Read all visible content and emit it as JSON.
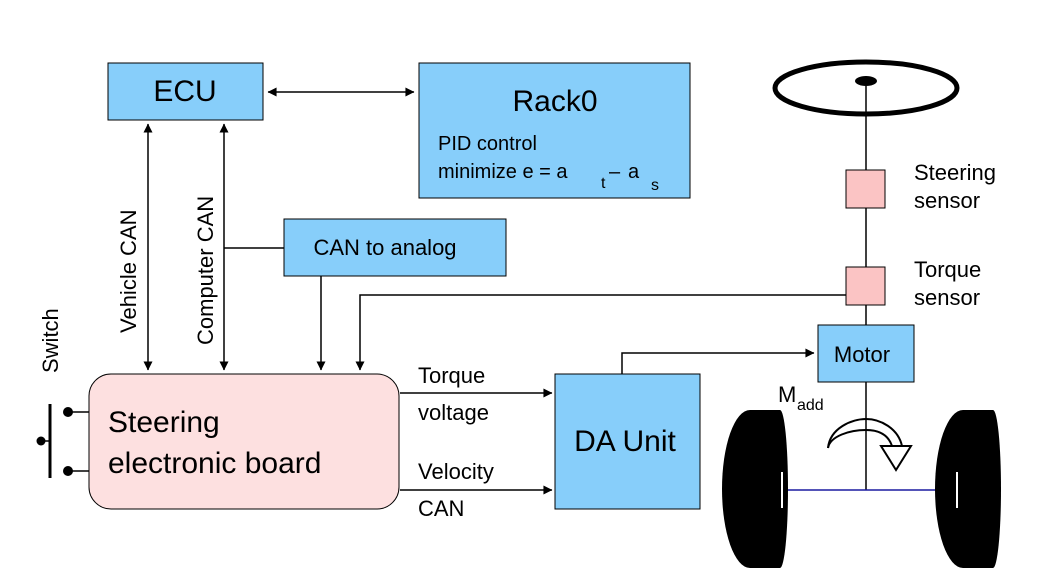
{
  "blocks": {
    "ecu": "ECU",
    "rack": {
      "title": "Rack0",
      "line1": "PID control",
      "line2_prefix": "minimize e = a",
      "sub_t": "t",
      "dash": "–",
      "a2": "a",
      "sub_s": "s"
    },
    "can_to_analog": "CAN to analog",
    "steering_board": {
      "line1": "Steering",
      "line2": "electronic board"
    },
    "da_unit": "DA Unit",
    "motor": "Motor"
  },
  "bus_labels": {
    "vehicle_can": "Vehicle CAN",
    "computer_can": "Computer CAN",
    "switch": "Switch"
  },
  "signals": {
    "torque_voltage": {
      "line1": "Torque",
      "line2": "voltage"
    },
    "velocity_can": {
      "line1": "Velocity",
      "line2": "CAN"
    }
  },
  "sensors": {
    "steering": {
      "line1": "Steering",
      "line2": "sensor"
    },
    "torque": {
      "line1": "Torque",
      "line2": "sensor"
    }
  },
  "moment": {
    "symbol": "M",
    "subscript": "add"
  },
  "colors": {
    "block_blue": "#87cefa",
    "board_pink": "#fde0e0",
    "sensor_pink": "#fbc4c4",
    "axle": "#1a1aa0"
  }
}
